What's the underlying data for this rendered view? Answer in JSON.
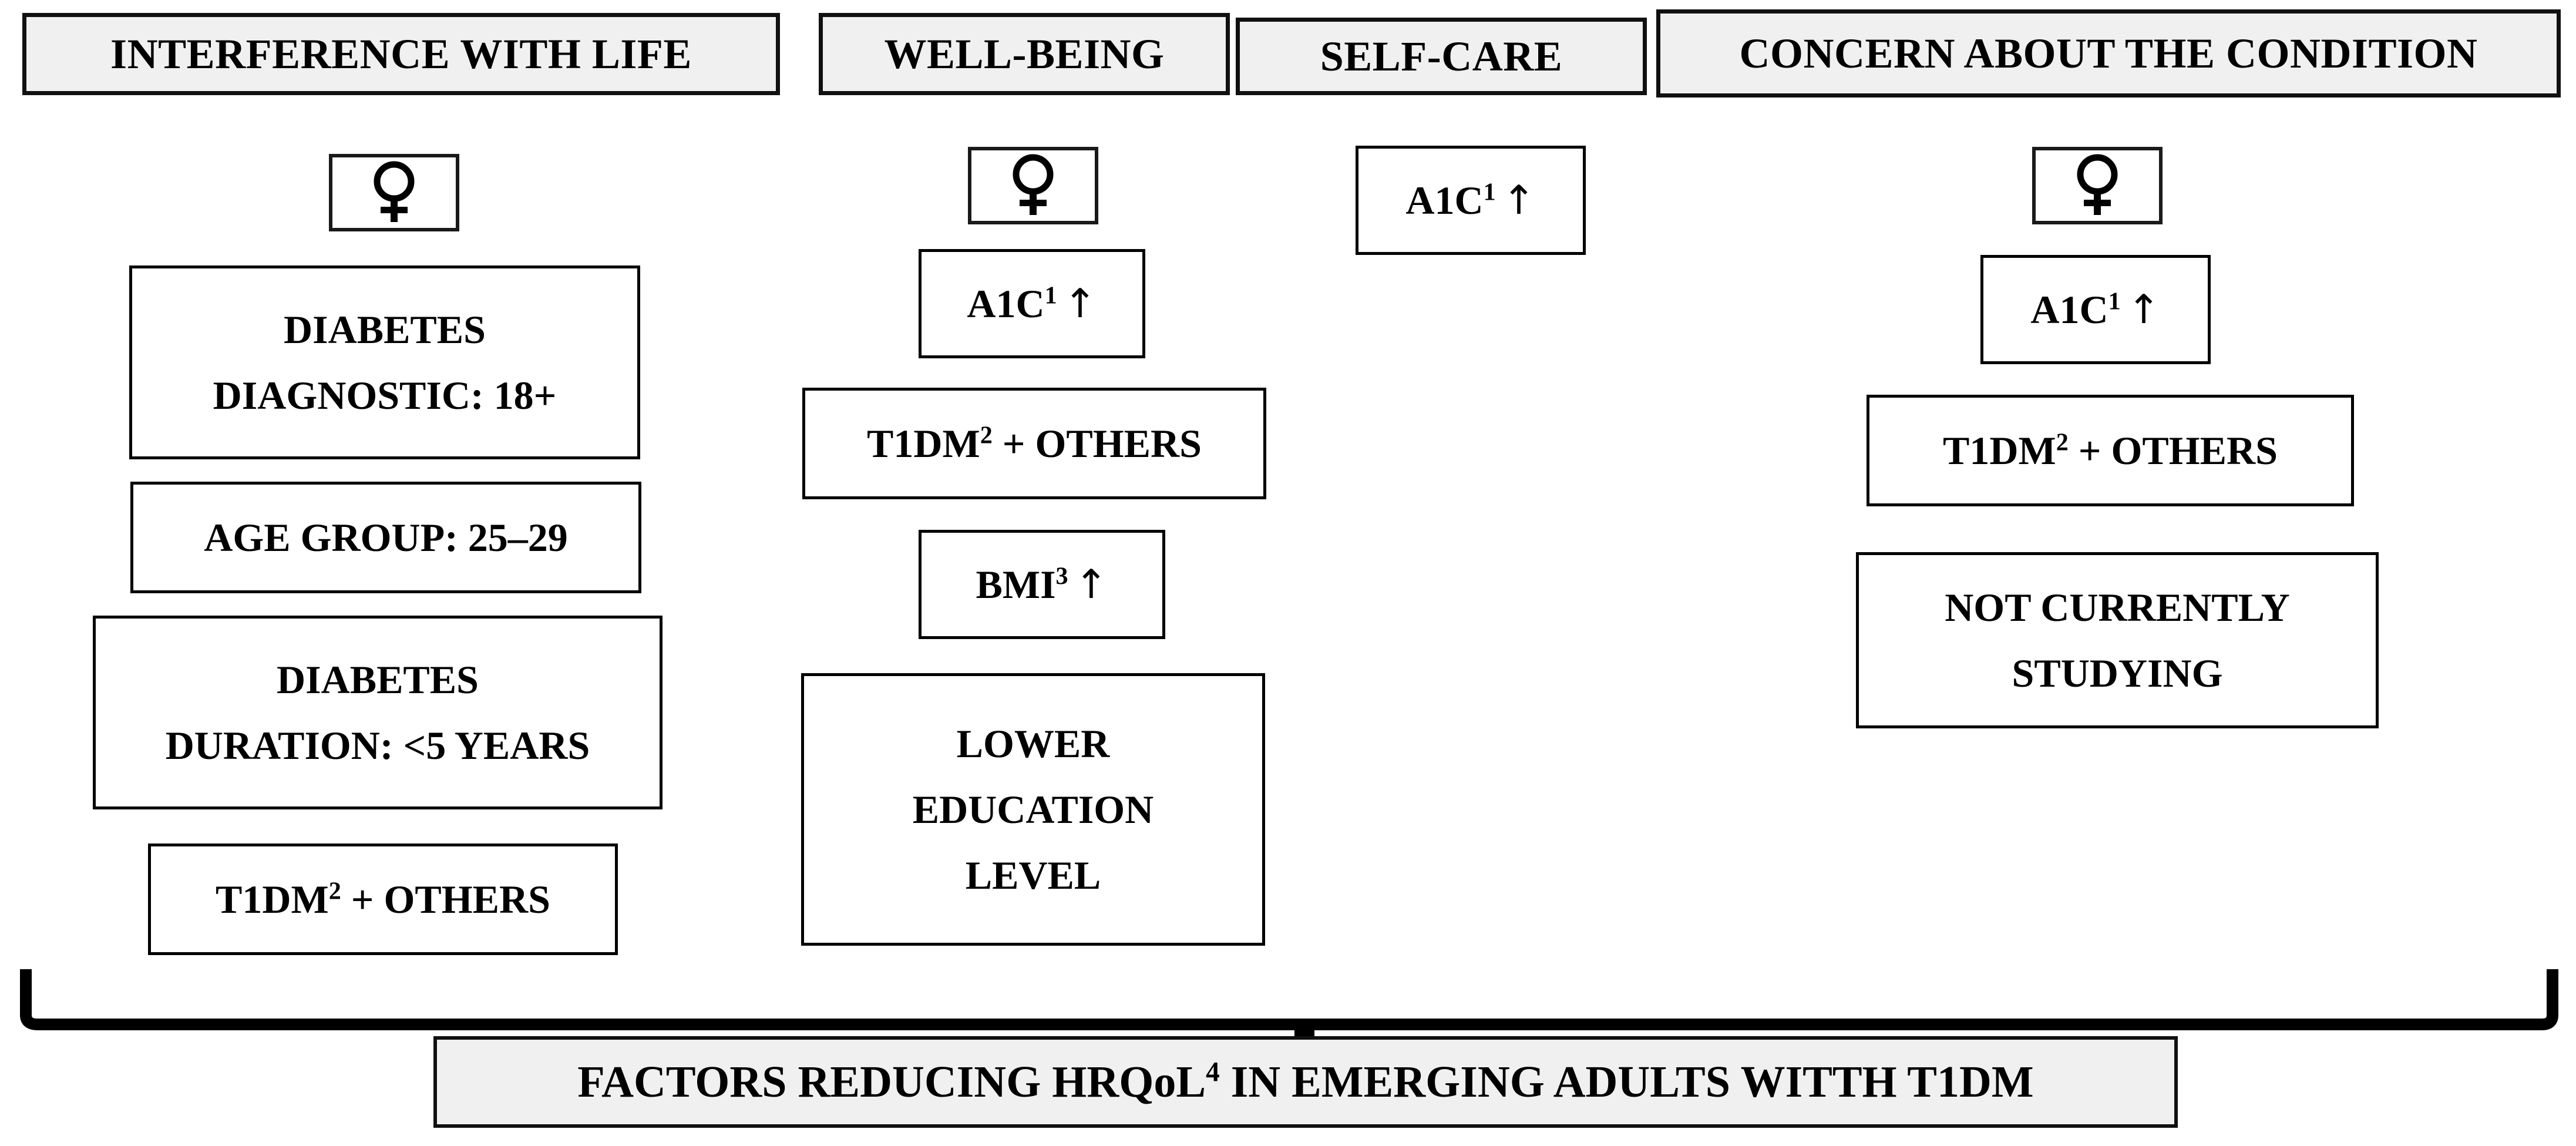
{
  "headers": [
    {
      "label": "INTERFERENCE WITH LIFE"
    },
    {
      "label": "WELL-BEING"
    },
    {
      "label": "SELF-CARE"
    },
    {
      "label": "CONCERN ABOUT THE CONDITION"
    }
  ],
  "icons": {
    "venus": "venus-female-symbol",
    "up_arrow": "↑"
  },
  "columns": {
    "interference_with_life": {
      "icon": "venus-female-symbol",
      "boxes": [
        {
          "lines": [
            "DIABETES",
            "DIAGNOSTIC: 18+"
          ]
        },
        {
          "lines": [
            "AGE GROUP: 25–29"
          ]
        },
        {
          "lines": [
            "DIABETES",
            "DURATION: <5 YEARS"
          ]
        },
        {
          "lines": [
            "T1DM",
            "+ OTHERS"
          ],
          "sup": "2",
          "inline": true
        }
      ]
    },
    "well_being": {
      "icon": "venus-female-symbol",
      "boxes": [
        {
          "lines": [
            "A1C",
            "↑"
          ],
          "sup": "1",
          "inline": true
        },
        {
          "lines": [
            "T1DM",
            "+ OTHERS"
          ],
          "sup": "2",
          "inline": true
        },
        {
          "lines": [
            "BMI",
            "↑"
          ],
          "sup": "3",
          "inline": true
        },
        {
          "lines": [
            "LOWER",
            "EDUCATION",
            "LEVEL"
          ]
        }
      ]
    },
    "self_care": {
      "icon": null,
      "boxes": [
        {
          "lines": [
            "A1C",
            "↑"
          ],
          "sup": "1",
          "inline": true
        }
      ]
    },
    "concern_about_the_condition": {
      "icon": "venus-female-symbol",
      "boxes": [
        {
          "lines": [
            "A1C",
            "↑"
          ],
          "sup": "1",
          "inline": true
        },
        {
          "lines": [
            "T1DM",
            "+ OTHERS"
          ],
          "sup": "2",
          "inline": true
        },
        {
          "lines": [
            "NOT CURRENTLY",
            "STUDYING"
          ]
        }
      ]
    }
  },
  "box_text": {
    "c1b1l1": "DIABETES",
    "c1b1l2": "DIAGNOSTIC: 18+",
    "c1b2l1": "AGE GROUP: 25–29",
    "c1b3l1": "DIABETES",
    "c1b3l2": "DURATION: <5 YEARS",
    "c1b4_pre": "T1DM",
    "c1b4_sup": "2",
    "c1b4_post": " + OTHERS",
    "c2b1_pre": "A1C",
    "c2b1_sup": "1",
    "c2b1_post": "↑",
    "c2b2_pre": "T1DM",
    "c2b2_sup": "2",
    "c2b2_post": " + OTHERS",
    "c2b3_pre": "BMI",
    "c2b3_sup": "3",
    "c2b3_post": "↑",
    "c2b4l1": "LOWER",
    "c2b4l2": "EDUCATION",
    "c2b4l3": "LEVEL",
    "c3b1_pre": "A1C",
    "c3b1_sup": "1",
    "c3b1_post": "↑",
    "c4b1_pre": "A1C",
    "c4b1_sup": "1",
    "c4b1_post": "↑",
    "c4b2_pre": "T1DM",
    "c4b2_sup": "2",
    "c4b2_post": " + OTHERS",
    "c4b3l1": "NOT CURRENTLY",
    "c4b3l2": "STUDYING"
  },
  "footer": {
    "pre": "FACTORS REDUCING HRQoL",
    "sup": "4",
    "post": " IN EMERGING ADULTS WITTH T1DM"
  },
  "colors": {
    "panel_fill": "#f0f0f0",
    "box_fill": "#ffffff",
    "stroke": "#000000",
    "page_background": "#ffffff"
  }
}
